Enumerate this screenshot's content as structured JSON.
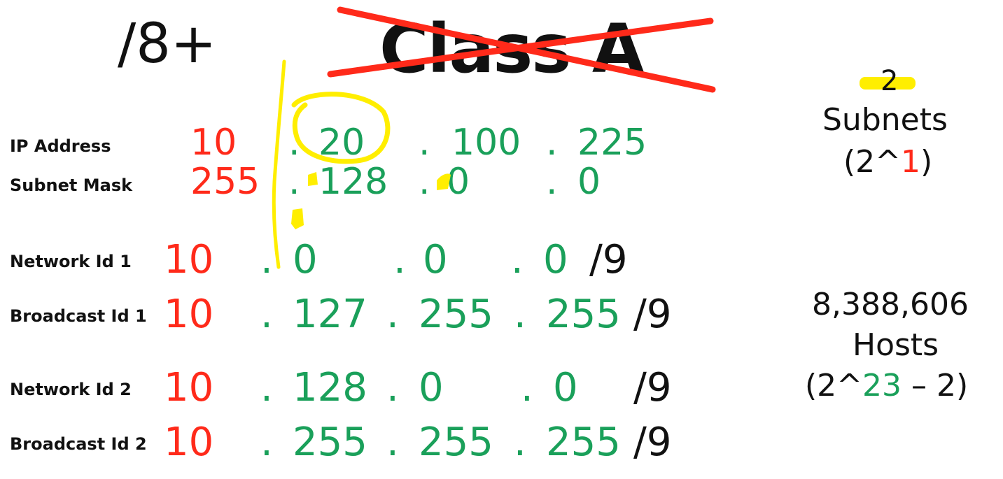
{
  "title": {
    "prefix": "/8+",
    "class_label": "Class A"
  },
  "rows": {
    "ip": {
      "label": "IP Address",
      "o1": "10",
      "d1": ".",
      "o2": "20",
      "d2": ".",
      "o3": "100",
      "d3": ".",
      "o4": "225"
    },
    "mask": {
      "label": "Subnet Mask",
      "o1": "255",
      "d1": ".",
      "o2": "128",
      "d2": ".",
      "o3": "0",
      "d3": ".",
      "o4": "0"
    },
    "net1": {
      "label": "Network Id 1",
      "o1": "10",
      "d1": ".",
      "o2": "0",
      "d2": ".",
      "o3": "0",
      "d3": ".",
      "o4": "0",
      "cidr": "/9"
    },
    "bc1": {
      "label": "Broadcast Id 1",
      "o1": "10",
      "d1": ".",
      "o2": "127",
      "d2": ".",
      "o3": "255",
      "d3": ".",
      "o4": "255",
      "cidr": "/9"
    },
    "net2": {
      "label": "Network Id 2",
      "o1": "10",
      "d1": ".",
      "o2": "128",
      "d2": ".",
      "o3": "0",
      "d3": ".",
      "o4": "0",
      "cidr": "/9"
    },
    "bc2": {
      "label": "Broadcast Id 2",
      "o1": "10",
      "d1": ".",
      "o2": "255",
      "d2": ".",
      "o3": "255",
      "d3": ".",
      "o4": "255",
      "cidr": "/9"
    }
  },
  "subnets": {
    "count": "2",
    "label": "Subnets",
    "formula_open": "(2^",
    "formula_exp": "1",
    "formula_close": ")"
  },
  "hosts": {
    "count": "8,388,606",
    "label": "Hosts",
    "formula_open": "(2^",
    "formula_exp": "23",
    "formula_close": " – 2)"
  },
  "colors": {
    "network": "#ff2a1a",
    "host": "#1aa05a",
    "highlight": "#ffee00",
    "strike": "#ff2a1a"
  }
}
